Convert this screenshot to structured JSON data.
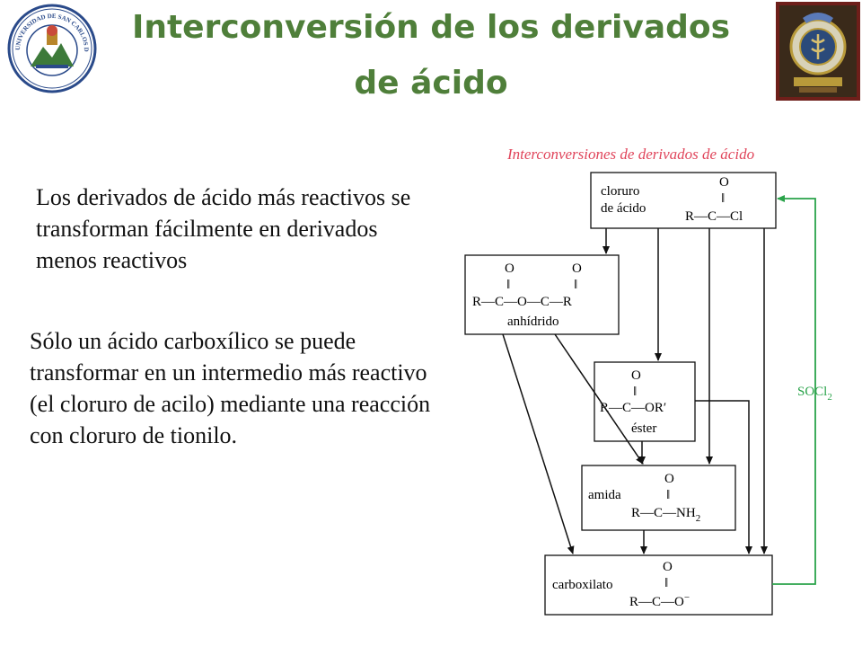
{
  "slide": {
    "title": "Interconversión de los derivados de ácido",
    "paragraph_1": "Los derivados de ácido más reactivos se transforman fácilmente en derivados menos reactivos",
    "paragraph_2": "Sólo un ácido carboxílico se puede transformar en un intermedio más reactivo (el cloruro de acilo) mediante una reacción con cloruro de tionilo."
  },
  "left_logo": {
    "icon": "university-seal-icon",
    "text": "UNIVERSIDAD DE SAN CARLOS DE GUATEMALA"
  },
  "right_logo": {
    "icon": "faculty-crest-icon"
  },
  "diagram": {
    "title": "Interconversiones de derivados de ácido",
    "cloruro": {
      "name_1": "cloruro",
      "name_2": "de ácido",
      "o": "O",
      "bond": "‖",
      "formula": "R—C—Cl"
    },
    "anhidrido": {
      "o1": "O",
      "o2": "O",
      "bond": "‖",
      "formula": "R—C—O—C—R",
      "name": "anhídrido"
    },
    "ester": {
      "o": "O",
      "bond": "‖",
      "formula": "R—C—OR′",
      "name": "éster"
    },
    "amida": {
      "name": "amida",
      "o": "O",
      "bond": "‖",
      "formula": "R—C—NH",
      "sub": "2"
    },
    "carboxilato": {
      "name": "carboxilato",
      "o": "O",
      "bond": "‖",
      "formula": "R—C—O",
      "sup": "−"
    },
    "reagent": {
      "text": "SOCl",
      "sub": "2"
    },
    "colors": {
      "title": "#e0445a",
      "green": "#2aa34a",
      "line": "#111111"
    }
  }
}
